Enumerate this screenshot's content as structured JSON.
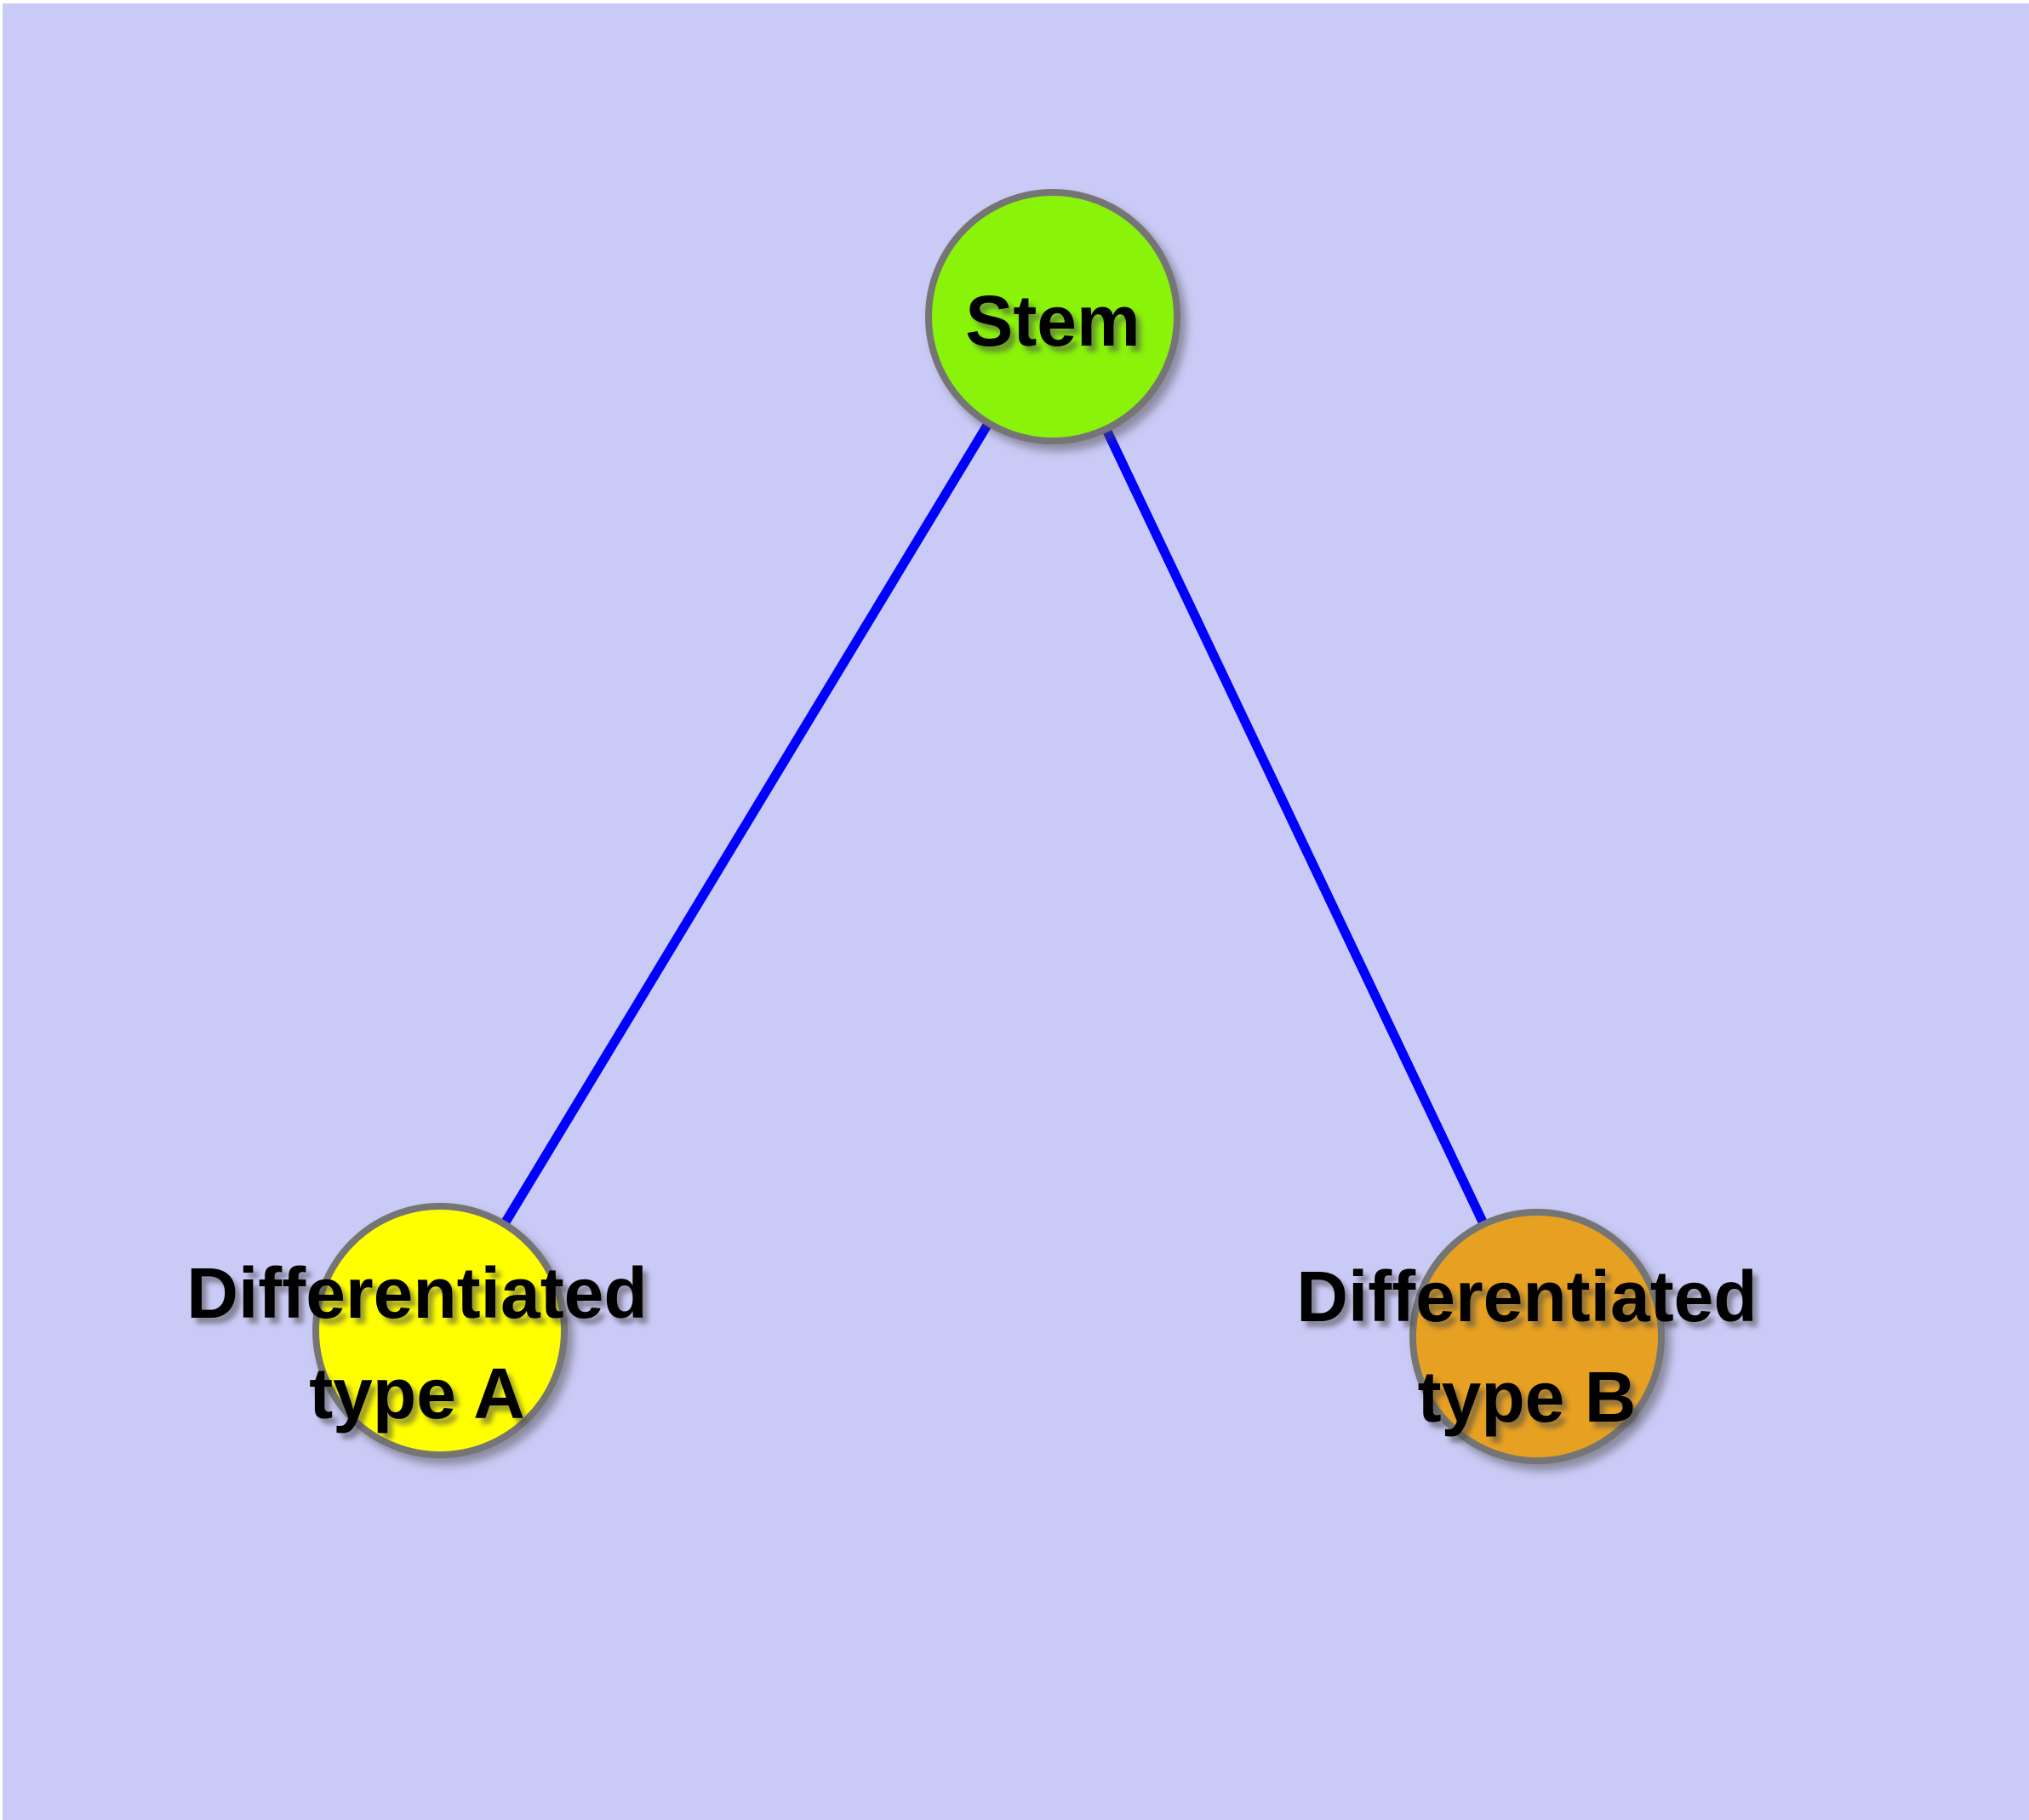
{
  "figure": {
    "type": "node-link-diagram",
    "background_color": "#cacaf6",
    "edge_color": "#0000ff",
    "node_border_color": "#757575",
    "text_color": "#000000",
    "nodes": [
      {
        "id": "stem",
        "label": "Stem",
        "label_lines": [
          "Stem"
        ],
        "fill": "#89f30a"
      },
      {
        "id": "differentiated-type-a",
        "label": "Differentiated type A",
        "label_lines": [
          "Differentiated",
          "type A"
        ],
        "fill": "#ffff00"
      },
      {
        "id": "differentiated-type-b",
        "label": "Differentiated type B",
        "label_lines": [
          "Differentiated",
          "type B"
        ],
        "fill": "#e7a122"
      }
    ],
    "edges": [
      {
        "from": "stem",
        "to": "differentiated-type-a"
      },
      {
        "from": "stem",
        "to": "differentiated-type-b"
      }
    ]
  }
}
